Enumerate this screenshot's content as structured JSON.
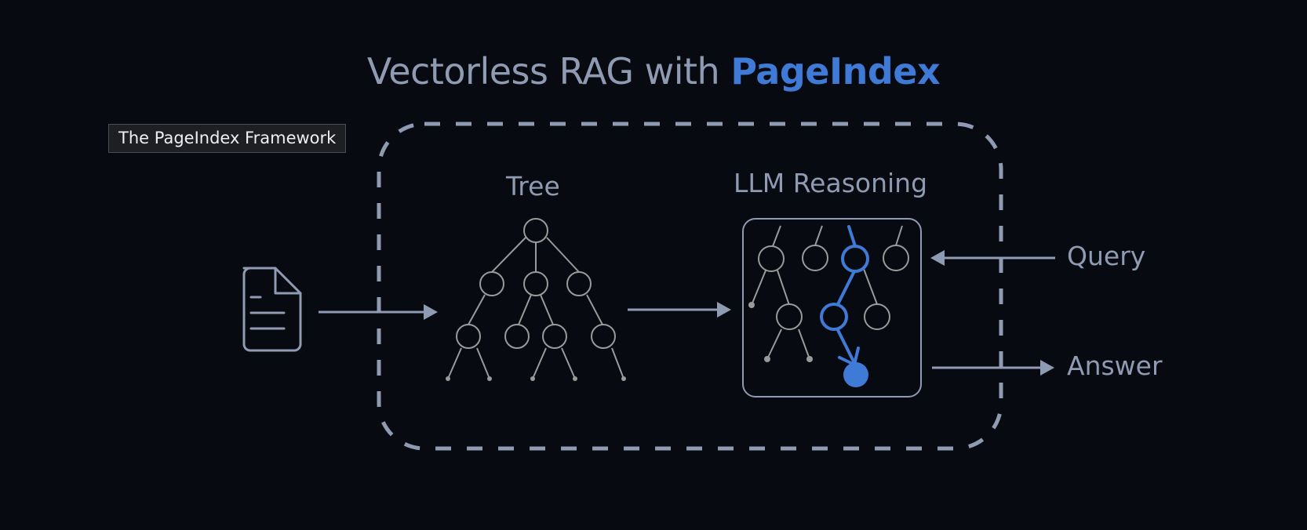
{
  "title": {
    "prefix": "Vectorless RAG with ",
    "brand": "PageIndex"
  },
  "badge": "The PageIndex Framework",
  "sections": {
    "tree": "Tree",
    "reasoning": "LLM Reasoning"
  },
  "io": {
    "query": "Query",
    "answer": "Answer"
  },
  "icons": {
    "document": "document-icon"
  },
  "colors": {
    "background": "#070a10",
    "text": "#8f9bb3",
    "accent": "#3f7ad6",
    "node_stroke": "#9a9a9a",
    "badge_bg": "#1e1f22",
    "badge_text": "#eceff4"
  }
}
